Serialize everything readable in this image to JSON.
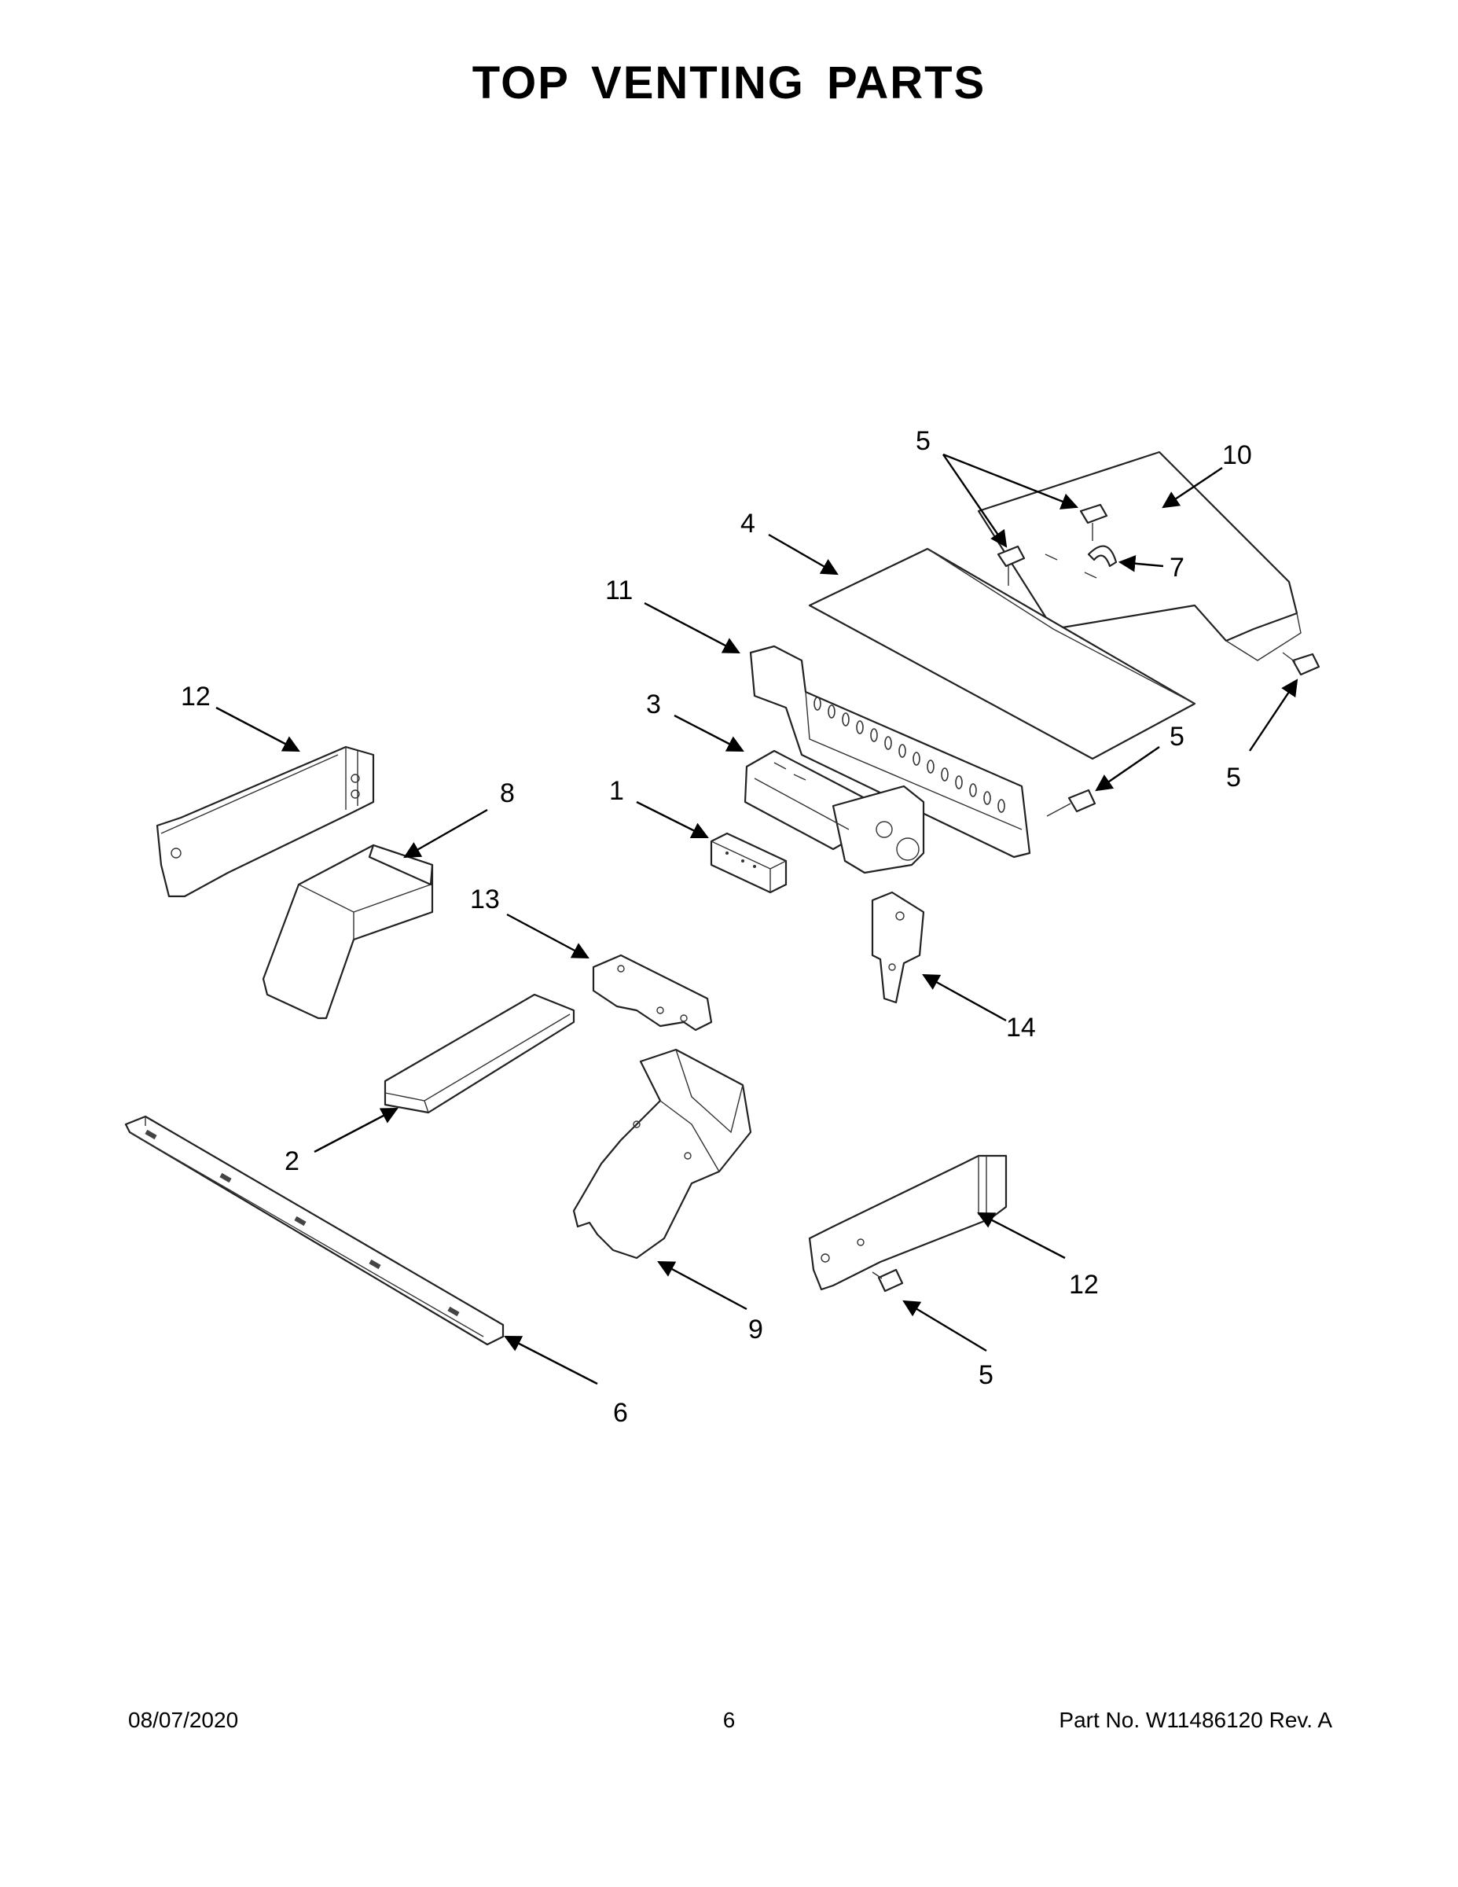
{
  "title": "TOP VENTING PARTS",
  "callouts": {
    "c1": "1",
    "c2": "2",
    "c3": "3",
    "c4": "4",
    "c5a": "5",
    "c5b": "5",
    "c5c": "5",
    "c5d": "5",
    "c6": "6",
    "c7": "7",
    "c8": "8",
    "c9": "9",
    "c10": "10",
    "c11": "11",
    "c12a": "12",
    "c12b": "12",
    "c13": "13",
    "c14": "14"
  },
  "footer": {
    "date": "08/07/2020",
    "page": "6",
    "part_no": "Part No.  W11486120  Rev.  A"
  }
}
